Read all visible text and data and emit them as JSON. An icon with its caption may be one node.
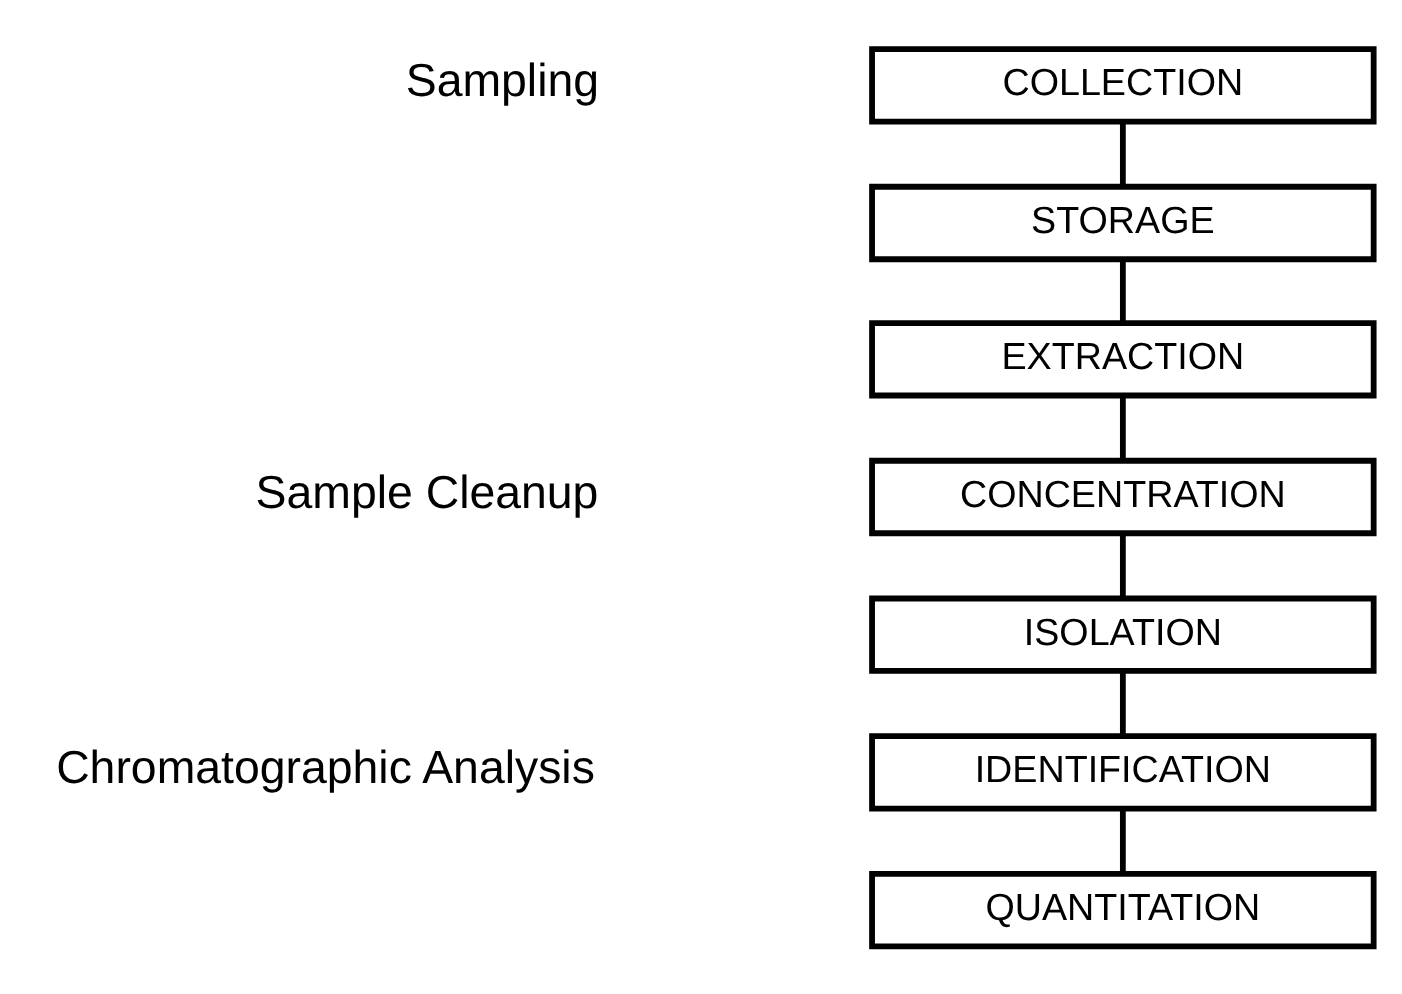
{
  "diagram": {
    "nodes": [
      {
        "text": [
          "COLLECTION"
        ]
      },
      {
        "text": [
          "STORAGE"
        ]
      },
      {
        "text": [
          "EXTRACTION"
        ]
      },
      {
        "text": [
          "CONCENTRATION"
        ]
      },
      {
        "text": [
          "ISOLATION"
        ]
      },
      {
        "text": [
          "IDENTIFICATION"
        ]
      },
      {
        "text": [
          "QUANTITATION"
        ]
      }
    ],
    "edges": [
      {
        "from": 0,
        "to": 1,
        "arrow": "none"
      },
      {
        "from": 1,
        "to": 2,
        "arrow": "none"
      },
      {
        "from": 2,
        "to": 3,
        "arrow": "none"
      },
      {
        "from": 3,
        "to": 4,
        "arrow": "none"
      },
      {
        "from": 4,
        "to": 5,
        "arrow": "none"
      },
      {
        "from": 5,
        "to": 6,
        "arrow": "none"
      }
    ],
    "labels": [
      "Sampling",
      "Sample Cleanup",
      "Chromatographic Analysis"
    ]
  }
}
